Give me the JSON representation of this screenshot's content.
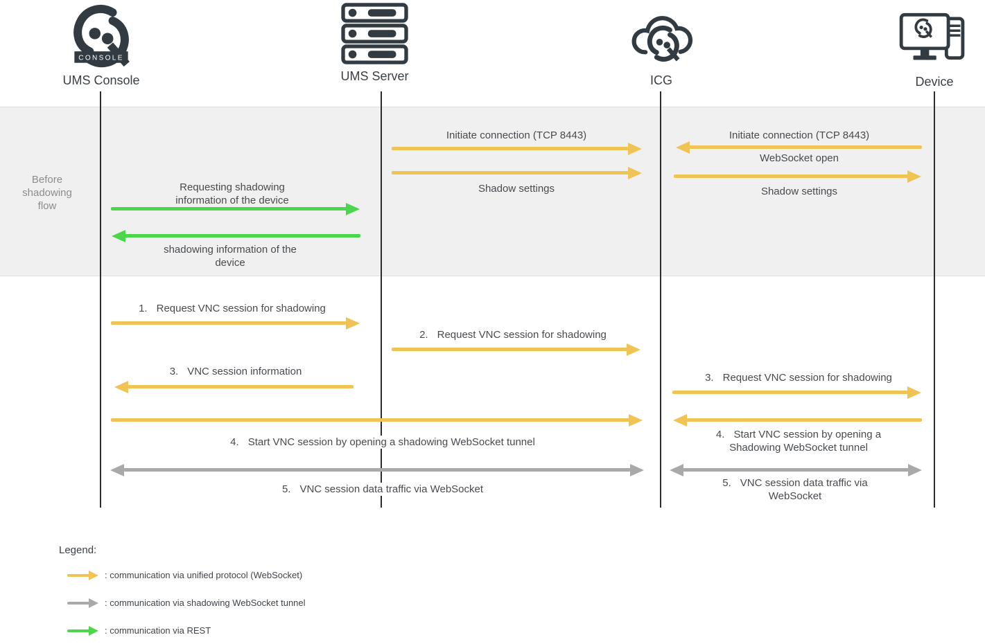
{
  "actors": {
    "console": {
      "name": "UMS Console",
      "badge": "CONSOLE",
      "icon": "igel-knot-console-icon"
    },
    "server": {
      "name": "UMS Server",
      "icon": "server-rack-icon"
    },
    "icg": {
      "name": "ICG",
      "icon": "cloud-knot-icon"
    },
    "device": {
      "name": "Device",
      "icon": "monitor-tower-icon"
    }
  },
  "phase": {
    "label": "Before shadowing flow"
  },
  "messages": {
    "init_server_icg": {
      "label": "Initiate connection (TCP 8443)"
    },
    "shadow_server_icg": {
      "label": "Shadow settings"
    },
    "init_device_icg": {
      "label": "Initiate connection (TCP 8443)"
    },
    "websocket_open": {
      "label": "WebSocket open"
    },
    "shadow_icg_device": {
      "label": "Shadow settings"
    },
    "req_shadow_info": {
      "label": "Requesting shadowing information of the device"
    },
    "shadow_info": {
      "label": "shadowing information of the device"
    },
    "step1": {
      "num": "1.",
      "label": "Request VNC session for shadowing"
    },
    "step2": {
      "num": "2.",
      "label": "Request VNC session for shadowing"
    },
    "step3_info": {
      "num": "3.",
      "label": "VNC session information"
    },
    "step3_req": {
      "num": "3.",
      "label": "Request VNC session for shadowing"
    },
    "step4_long": {
      "num": "4.",
      "label": "Start VNC session by opening a shadowing WebSocket tunnel"
    },
    "step4_right": {
      "num": "4.",
      "label": "Start VNC session by opening a Shadowing WebSocket tunnel"
    },
    "step5_long": {
      "num": "5.",
      "label": "VNC session data traffic via WebSocket"
    },
    "step5_right": {
      "num": "5.",
      "label": "VNC session data traffic via WebSocket"
    }
  },
  "legend": {
    "title": "Legend:",
    "items": [
      {
        "icon": "yellow-arrow-icon",
        "color": "#f0c355",
        "label": ": communication via unified protocol (WebSocket)"
      },
      {
        "icon": "gray-arrow-icon",
        "color": "#a9a9a9",
        "label": ": communication via shadowing WebSocket tunnel"
      },
      {
        "icon": "green-arrow-icon",
        "color": "#4cd64c",
        "label": ": communication via REST"
      }
    ]
  },
  "colors": {
    "unified_protocol": "#f0c355",
    "shadow_tunnel": "#a9a9a9",
    "rest": "#4cd64c",
    "icon_dark": "#333b42"
  }
}
